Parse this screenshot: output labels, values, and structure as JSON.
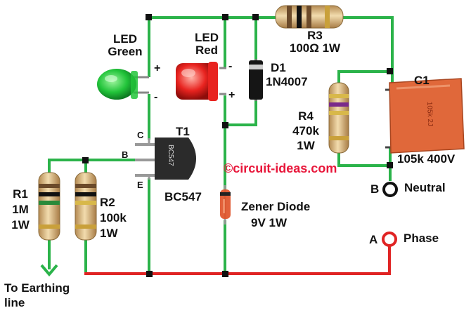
{
  "watermark": "circuit-ideas.com",
  "components": {
    "led_green": {
      "line1": "LED",
      "line2": "Green",
      "plus": "+",
      "minus": "-"
    },
    "led_red": {
      "line1": "LED",
      "line2": "Red",
      "plus": "+",
      "minus": "-"
    },
    "d1": {
      "name": "D1",
      "part": "1N4007"
    },
    "r3": {
      "name": "R3",
      "value": "100Ω 1W"
    },
    "c1": {
      "name": "C1",
      "value": "105k 400V",
      "body_text": "105k 2J"
    },
    "r4": {
      "name": "R4",
      "value": "470k",
      "power": "1W"
    },
    "t1": {
      "name": "T1",
      "part": "BC547",
      "pin_c": "C",
      "pin_b": "B",
      "pin_e": "E",
      "body_text": "BC547"
    },
    "r1": {
      "name": "R1",
      "value": "1M",
      "power": "1W"
    },
    "r2": {
      "name": "R2",
      "value": "100k",
      "power": "1W"
    },
    "zener": {
      "line1": "Zener Diode",
      "line2": "9V 1W"
    }
  },
  "terminals": {
    "neutral": {
      "letter": "B",
      "label": "Neutral"
    },
    "phase": {
      "letter": "A",
      "label": "Phase"
    },
    "earth": {
      "line1": "To Earthing",
      "line2": "line"
    }
  },
  "colors": {
    "wire_green": "#2bb34a",
    "wire_black": "#111111",
    "wire_red": "#e02424",
    "junction": "#111111",
    "led_green": "#22c43a",
    "led_red": "#e8231f",
    "capacitor": "#e0683a",
    "resistor_body": "#e3c78f",
    "transistor": "#2b2b2b",
    "zener": "#e0542a",
    "watermark": "#e8163a"
  }
}
